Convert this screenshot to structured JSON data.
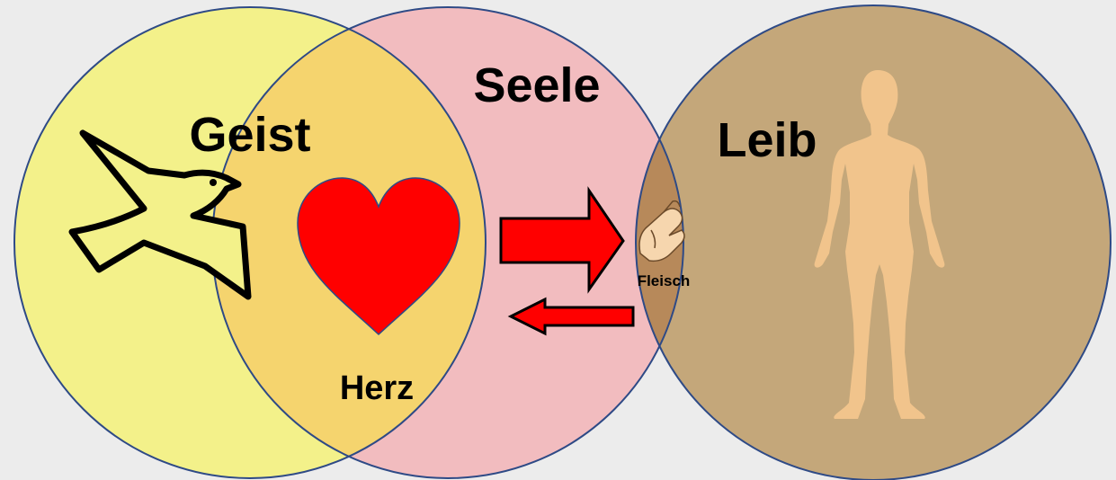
{
  "labels": {
    "geist": "Geist",
    "seele": "Seele",
    "leib": "Leib",
    "herz": "Herz",
    "fleisch": "Fleisch"
  },
  "colors": {
    "background": "#ececec",
    "geist_circle": "#f3f18a",
    "seele_circle": "#f2bcbf",
    "geist_seele_overlap": "#f5d46e",
    "leib_circle": "#c4a77a",
    "seele_leib_overlap": "#b7895a",
    "circle_outline": "#2e4a86",
    "heart": "#ff0000",
    "arrow": "#ff0000",
    "body_silhouette": "#f1c48c"
  },
  "icons": [
    "dove-icon",
    "heart-icon",
    "finger-heart-hand-icon",
    "human-body-icon",
    "arrow-right-icon",
    "arrow-left-icon"
  ]
}
